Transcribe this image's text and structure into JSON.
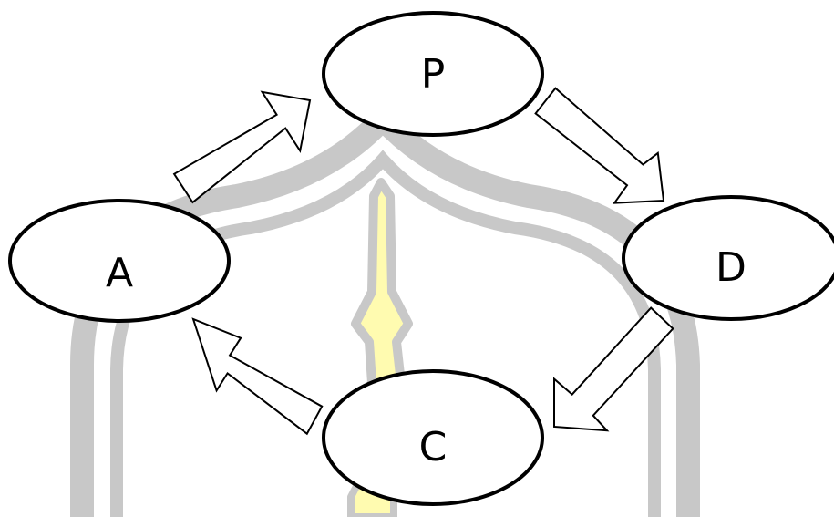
{
  "diagram": {
    "nodes": [
      {
        "id": "p",
        "label": "P"
      },
      {
        "id": "d",
        "label": "D"
      },
      {
        "id": "c",
        "label": "C"
      },
      {
        "id": "a",
        "label": "A"
      }
    ],
    "edges": [
      {
        "from": "A",
        "to": "P"
      },
      {
        "from": "P",
        "to": "D"
      },
      {
        "from": "D",
        "to": "C"
      },
      {
        "from": "C",
        "to": "A"
      }
    ]
  },
  "watermark": {
    "kind": "arch-and-spire",
    "arch_color": "#c8c8c8",
    "spire_fill": "#fffbb0",
    "spire_outline": "#c8c8c8"
  },
  "colors": {
    "node_fill": "#ffffff",
    "node_stroke": "#000000",
    "arrow_fill": "#ffffff",
    "arrow_stroke": "#000000"
  }
}
